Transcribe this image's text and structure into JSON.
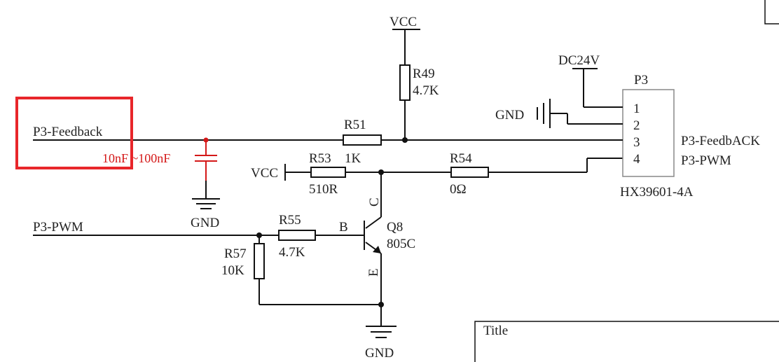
{
  "nets": {
    "vcc_top": "VCC",
    "vcc_left": "VCC",
    "gnd_cap": "GND",
    "gnd_bottom": "GND",
    "dc24v": "DC24V",
    "gnd_connector": "GND"
  },
  "ports": {
    "feedback_in": "P3-Feedback",
    "pwm_in": "P3-PWM"
  },
  "capacitor": {
    "value": "10nF ~100nF",
    "highlight_color": "#e8262a"
  },
  "resistors": {
    "r49": {
      "ref": "R49",
      "value": "4.7K"
    },
    "r51": {
      "ref": "R51",
      "value": "1K"
    },
    "r53": {
      "ref": "R53",
      "value": "510R"
    },
    "r54": {
      "ref": "R54",
      "value": "0Ω"
    },
    "r55": {
      "ref": "R55",
      "value": "4.7K"
    },
    "r57": {
      "ref": "R57",
      "value": "10K"
    }
  },
  "transistor": {
    "ref": "Q8",
    "value": "805C",
    "pin_b": "B",
    "pin_c": "C",
    "pin_e": "E"
  },
  "connector": {
    "ref": "P3",
    "part": "HX39601-4A",
    "pins": [
      "1",
      "2",
      "3",
      "4"
    ],
    "signal_3": "P3-FeedbACK",
    "signal_4": "P3-PWM"
  },
  "title_block": {
    "label": "Title"
  }
}
